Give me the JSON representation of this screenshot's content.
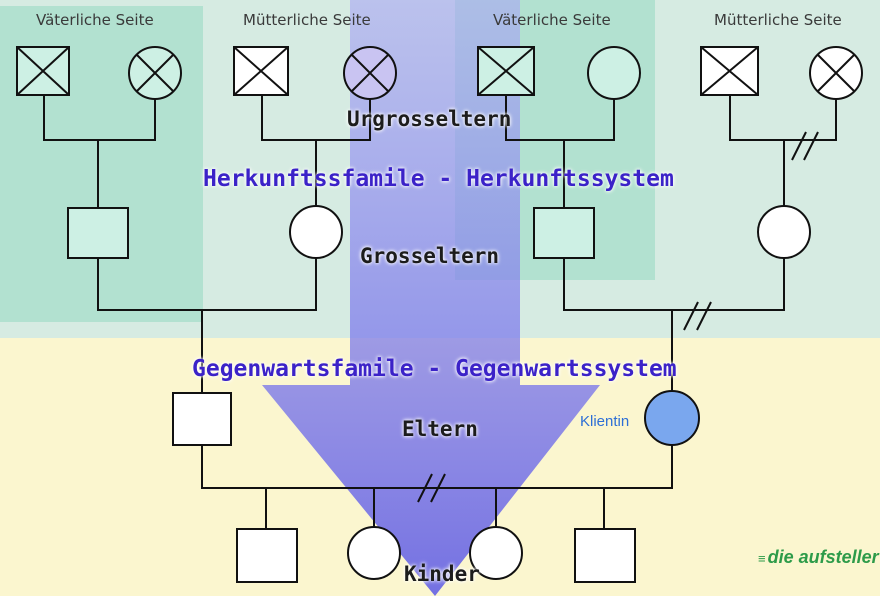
{
  "side_labels": {
    "paternal_left": "Väterliche Seite",
    "maternal_left": "Mütterliche Seite",
    "paternal_right": "Väterliche Seite",
    "maternal_right": "Mütterliche Seite"
  },
  "generations": {
    "great_grandparents": "Urgrosseltern",
    "grandparents": "Grosseltern",
    "parents": "Eltern",
    "children": "Kinder"
  },
  "systems": {
    "origin": "Herkunftssfamile - Herkunftssystem",
    "present": "Gegenwartsfamile - Gegenwartssystem"
  },
  "client_label": "Klientin",
  "logo": {
    "mark": "≡",
    "text": "die aufsteller"
  },
  "colors": {
    "top_background": "#d6ebe2",
    "bottom_background": "#fbf6cf",
    "panel_green": "#a5ddc9",
    "arrow": "#6f6fe8",
    "client_fill": "#7aa7ee",
    "system_text": "#3b22c8",
    "client_text": "#2d6fd6",
    "logo_green": "#2d9b49"
  }
}
